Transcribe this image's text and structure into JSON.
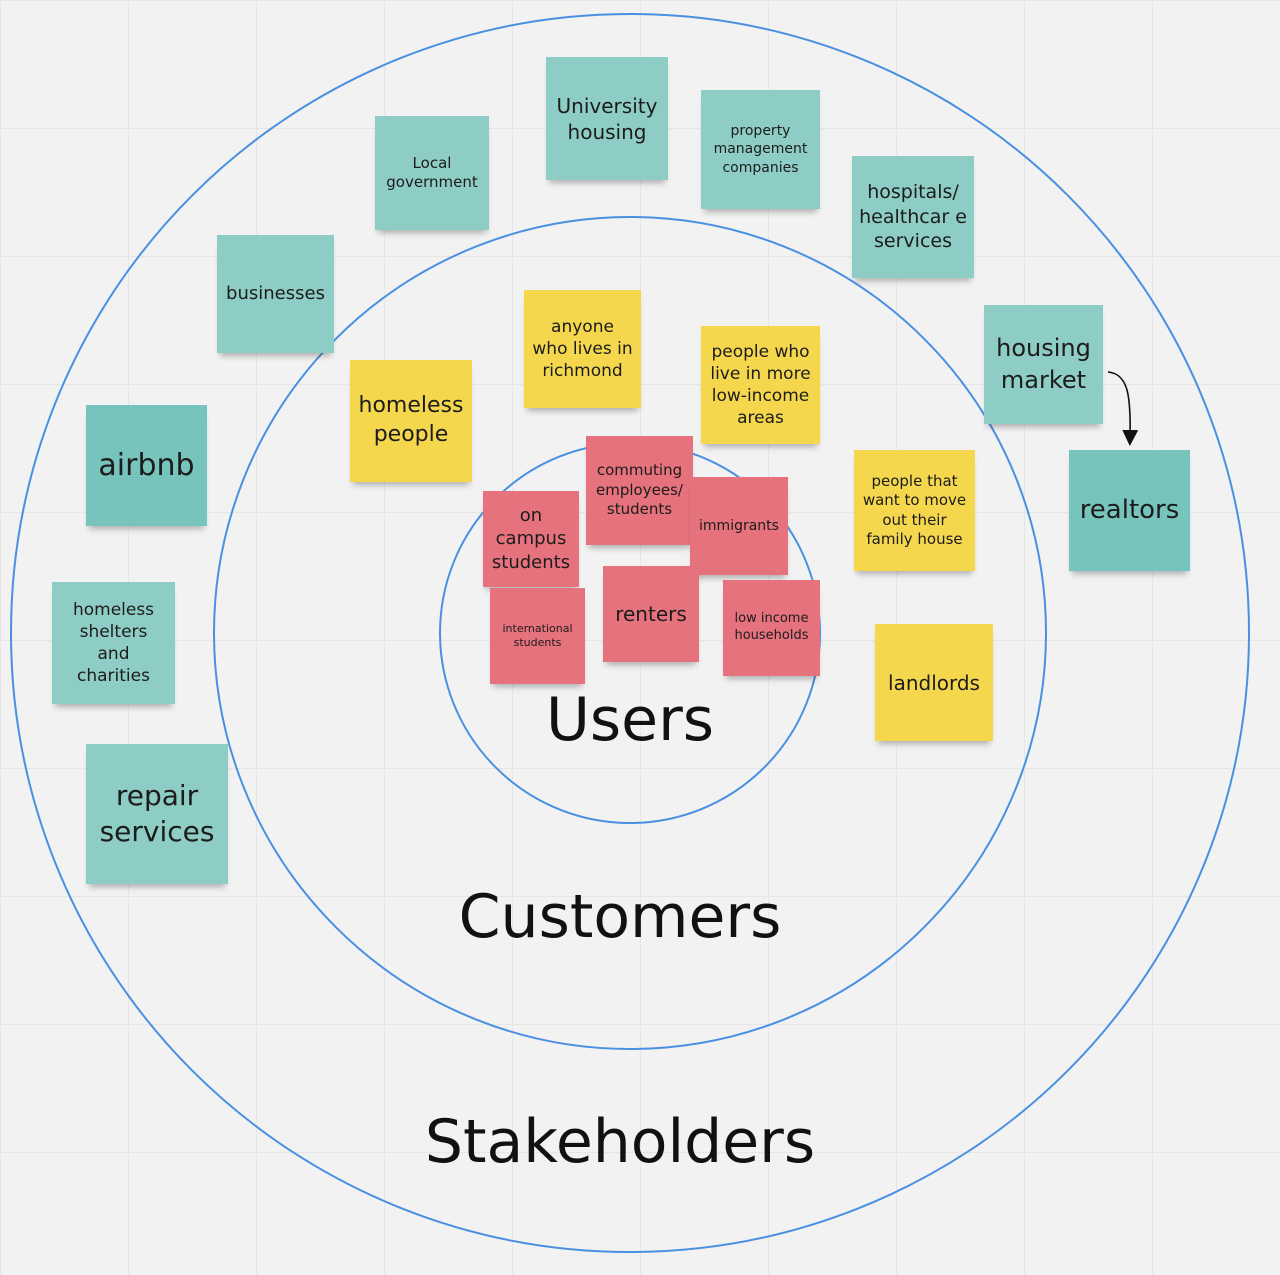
{
  "rings": {
    "users": "Users",
    "customers": "Customers",
    "stakeholders": "Stakeholders"
  },
  "notes": {
    "university_housing": "University housing",
    "local_government": "Local government",
    "property_management": "property management companies",
    "hospitals": "hospitals/ healthcar e services",
    "businesses": "businesses",
    "housing_market": "housing market",
    "realtors": "realtors",
    "airbnb": "airbnb",
    "homeless_shelters": "homeless shelters and charities",
    "repair_services": "repair services",
    "anyone_richmond": "anyone who lives in richmond",
    "low_income_areas": "people who live in more low-income areas",
    "homeless_people": "homeless people",
    "move_out": "people that want to move out their family house",
    "landlords": "landlords",
    "commuting": "commuting employees/ students",
    "on_campus": "on campus students",
    "immigrants": "immigrants",
    "international": "international students",
    "renters": "renters",
    "low_income_households": "low income households"
  },
  "colors": {
    "ring_stroke": "#4a90e2",
    "teal": "#8ecdc5",
    "yellow": "#f5d74e",
    "red": "#e5727d"
  }
}
